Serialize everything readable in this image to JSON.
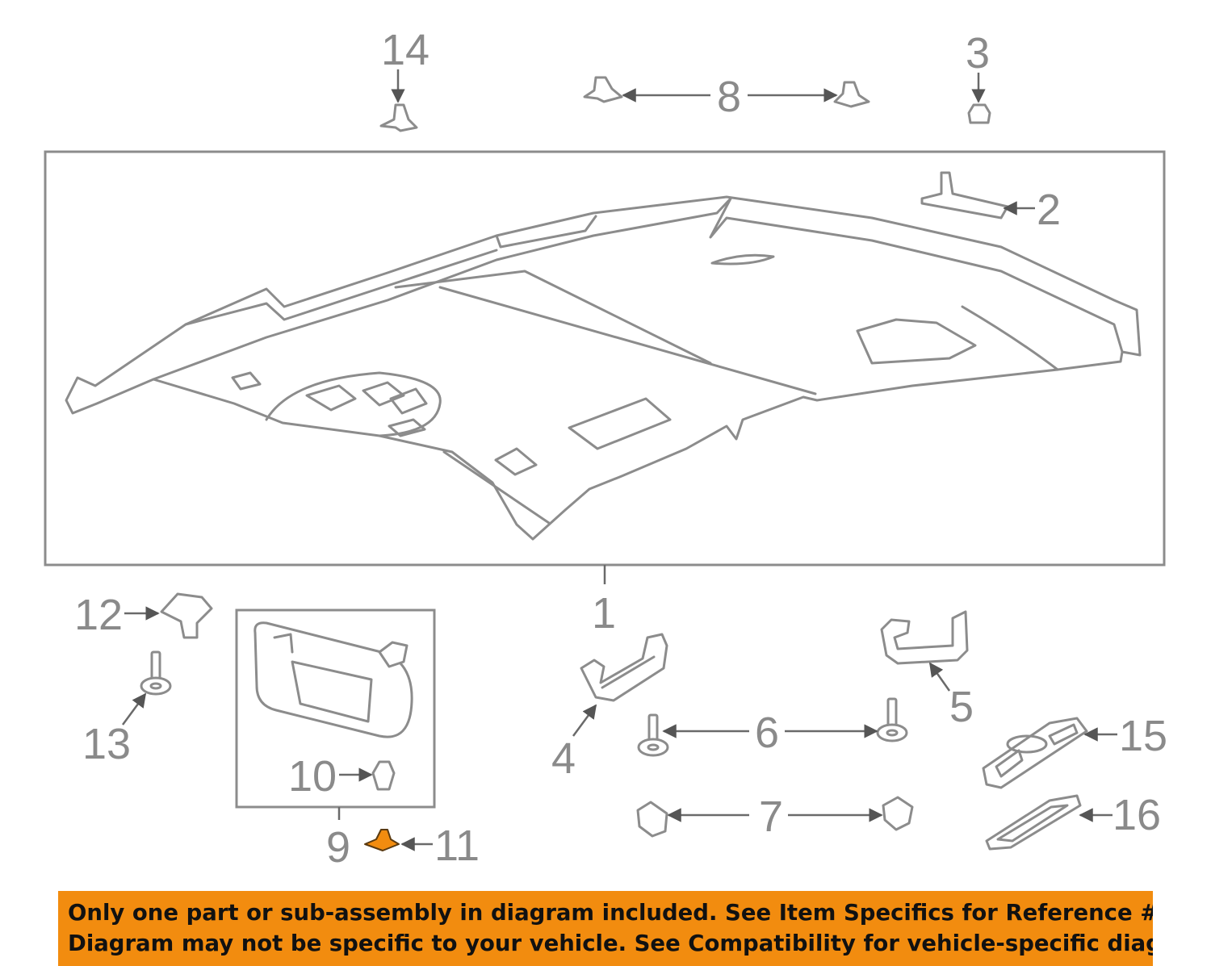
{
  "callouts": {
    "c1": "1",
    "c2": "2",
    "c3": "3",
    "c4": "4",
    "c5": "5",
    "c6": "6",
    "c7": "7",
    "c8": "8",
    "c9": "9",
    "c10": "10",
    "c11": "11",
    "c12": "12",
    "c13": "13",
    "c14": "14",
    "c15": "15",
    "c16": "16"
  },
  "notice": {
    "line1": "Only one part or sub-assembly in diagram included. See Item Specifics for Reference #.",
    "line2": "Diagram may not be specific to your vehicle. See Compatibility for vehicle-specific diagrams."
  },
  "colors": {
    "banner": "#f28c0f",
    "highlight_part": "#f28c0f",
    "line_art": "#8c8c8c",
    "callout_text": "#8a8a8a"
  }
}
